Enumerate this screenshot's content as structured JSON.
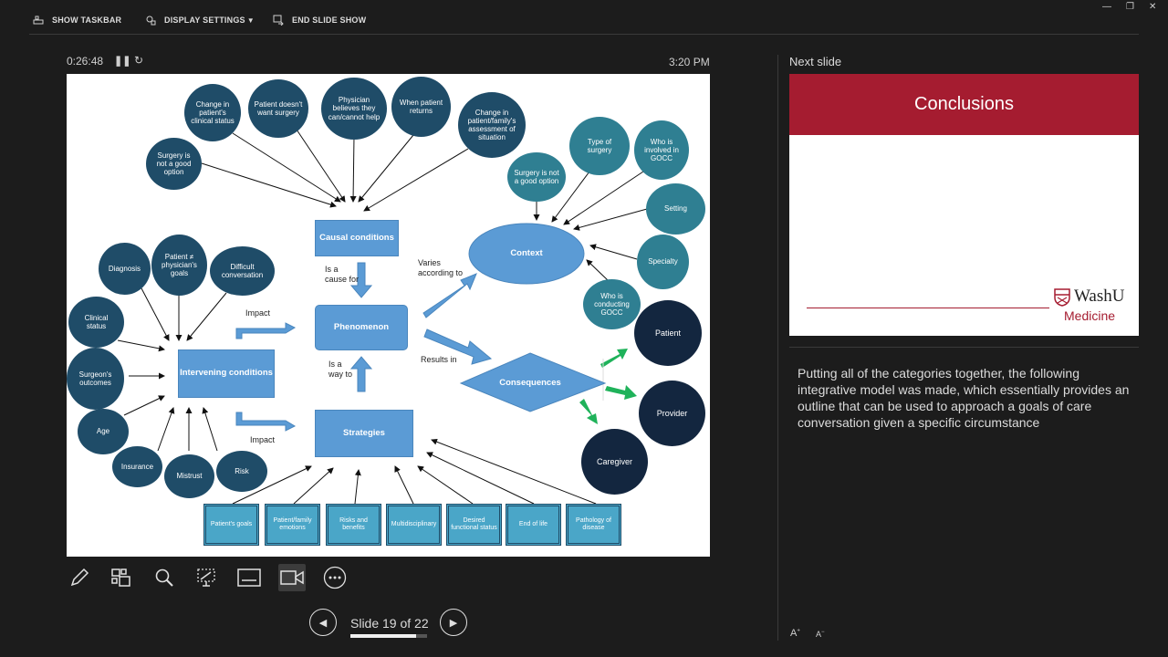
{
  "toolbar": {
    "show_taskbar": "SHOW TASKBAR",
    "display_settings": "DISPLAY SETTINGS",
    "end_slide_show": "END SLIDE SHOW"
  },
  "timer": {
    "elapsed": "0:26:48",
    "clock": "3:20 PM"
  },
  "slide": {
    "boxes": {
      "causal": "Causal conditions",
      "phenomenon": "Phenomenon",
      "intervening": "Intervening conditions",
      "strategies": "Strategies",
      "context": "Context",
      "consequences": "Consequences"
    },
    "labels": {
      "is_a_cause_for": "Is a cause for",
      "varies_according_to": "Varies according to",
      "impact_top": "Impact",
      "impact_bottom": "Impact",
      "is_a_way_to": "Is a way to",
      "results_in": "Results in"
    },
    "causal_nodes": [
      "Surgery is not a good option",
      "Change in patient's clinical status",
      "Patient doesn't want surgery",
      "Physician believes they can/cannot help",
      "When patient returns",
      "Change in patient/family's assessment of situation"
    ],
    "intervening_nodes": [
      "Diagnosis",
      "Patient ≠ physician's goals",
      "Difficult conversation",
      "Clinical status",
      "Surgeon's outcomes",
      "Age",
      "Insurance",
      "Mistrust",
      "Risk"
    ],
    "context_nodes": [
      "Surgery is not a good option",
      "Type of surgery",
      "Who is involved in GOCC",
      "Setting",
      "Specialty",
      "Who is conducting GOCC"
    ],
    "consequence_nodes": [
      "Patient",
      "Provider",
      "Caregiver"
    ],
    "strategy_boxes": [
      "Patient's goals",
      "Patient/family emotions",
      "Risks and benefits",
      "Multidisciplinary",
      "Desired functional status",
      "End of life",
      "Pathology of disease"
    ]
  },
  "tools": [
    "pen-tool",
    "all-slides",
    "zoom",
    "pointer",
    "subtitles",
    "camera",
    "more-options"
  ],
  "navigation": {
    "slide_label": "Slide 19 of 22",
    "progress": 0.86
  },
  "next_slide": {
    "heading": "Next slide",
    "title": "Conclusions",
    "logo_text": "WashU",
    "logo_subtext": "Medicine"
  },
  "notes": "Putting all of the categories together, the following integrative model was made, which essentially provides an outline that can be used to approach a goals of care conversation given a specific circumstance",
  "colors": {
    "background": "#1c1c1c",
    "slide_box": "#5b9bd5",
    "node_dark": "#1f4c68",
    "node_teal": "#2f7f92",
    "node_navy": "#13263f",
    "washu_red": "#a51c30"
  }
}
